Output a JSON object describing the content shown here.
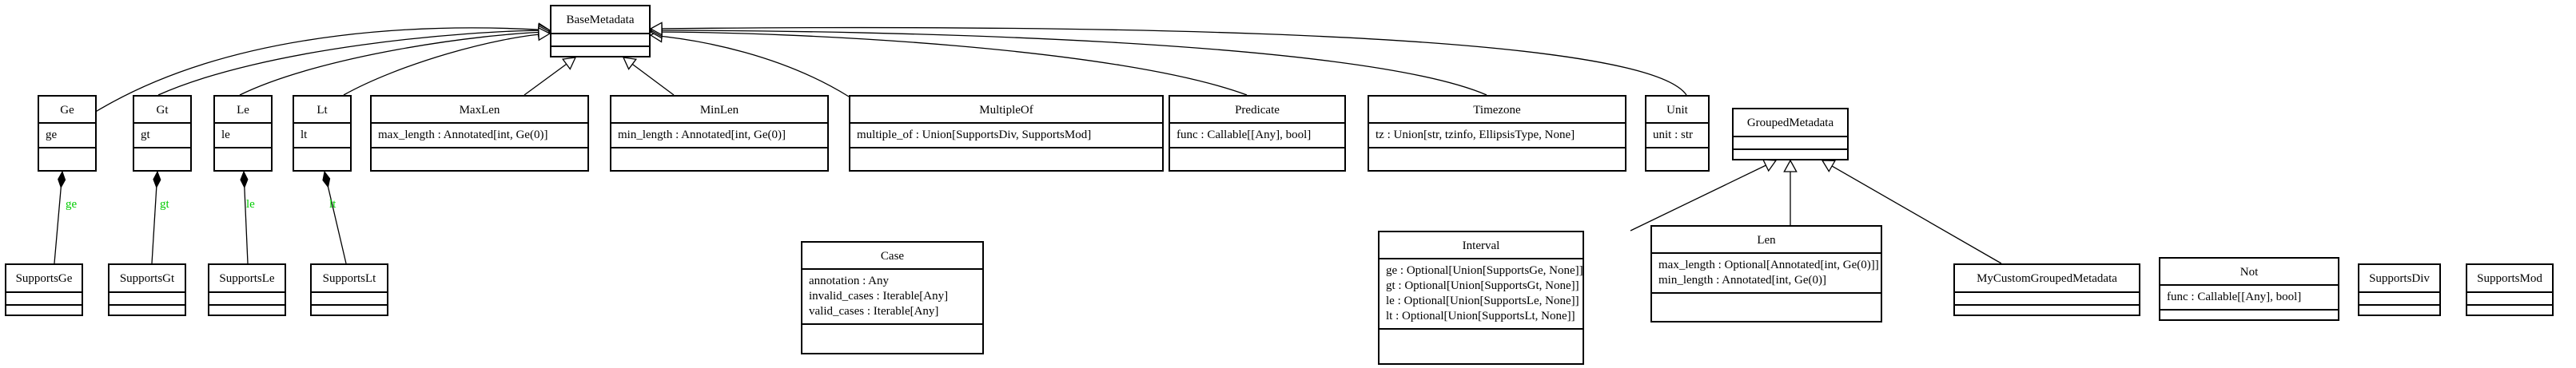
{
  "colors": {
    "line": "#000000",
    "label": "#00cc00",
    "background": "#ffffff"
  },
  "classes": {
    "basemetadata": {
      "name": "BaseMetadata",
      "attributes": []
    },
    "ge": {
      "name": "Ge",
      "attributes": [
        "ge"
      ]
    },
    "gt": {
      "name": "Gt",
      "attributes": [
        "gt"
      ]
    },
    "le": {
      "name": "Le",
      "attributes": [
        "le"
      ]
    },
    "lt": {
      "name": "Lt",
      "attributes": [
        "lt"
      ]
    },
    "maxlen": {
      "name": "MaxLen",
      "attributes": [
        "max_length : Annotated[int, Ge(0)]"
      ]
    },
    "minlen": {
      "name": "MinLen",
      "attributes": [
        "min_length : Annotated[int, Ge(0)]"
      ]
    },
    "multipleof": {
      "name": "MultipleOf",
      "attributes": [
        "multiple_of : Union[SupportsDiv, SupportsMod]"
      ]
    },
    "predicate": {
      "name": "Predicate",
      "attributes": [
        "func : Callable[[Any], bool]"
      ]
    },
    "timezone": {
      "name": "Timezone",
      "attributes": [
        "tz : Union[str, tzinfo, EllipsisType, None]"
      ]
    },
    "unit": {
      "name": "Unit",
      "attributes": [
        "unit : str"
      ]
    },
    "groupedmetadata": {
      "name": "GroupedMetadata",
      "attributes": []
    },
    "supportsge": {
      "name": "SupportsGe",
      "attributes": []
    },
    "supportsgt": {
      "name": "SupportsGt",
      "attributes": []
    },
    "supportsle": {
      "name": "SupportsLe",
      "attributes": []
    },
    "supportslt": {
      "name": "SupportsLt",
      "attributes": []
    },
    "case": {
      "name": "Case",
      "attributes": [
        "annotation : Any",
        "invalid_cases : Iterable[Any]",
        "valid_cases : Iterable[Any]"
      ]
    },
    "interval": {
      "name": "Interval",
      "attributes": [
        "ge : Optional[Union[SupportsGe, None]]",
        "gt : Optional[Union[SupportsGt, None]]",
        "le : Optional[Union[SupportsLe, None]]",
        "lt : Optional[Union[SupportsLt, None]]"
      ]
    },
    "len": {
      "name": "Len",
      "attributes": [
        "max_length : Optional[Annotated[int, Ge(0)]]",
        "min_length : Annotated[int, Ge(0)]"
      ]
    },
    "mycustomgroupedmetadata": {
      "name": "MyCustomGroupedMetadata",
      "attributes": []
    },
    "not": {
      "name": "Not",
      "attributes": [
        "func : Callable[[Any], bool]"
      ]
    },
    "supportsdiv": {
      "name": "SupportsDiv",
      "attributes": []
    },
    "supportsmod": {
      "name": "SupportsMod",
      "attributes": []
    }
  },
  "relations": [
    {
      "type": "inheritance",
      "from": "ge",
      "to": "basemetadata"
    },
    {
      "type": "inheritance",
      "from": "gt",
      "to": "basemetadata"
    },
    {
      "type": "inheritance",
      "from": "le",
      "to": "basemetadata"
    },
    {
      "type": "inheritance",
      "from": "lt",
      "to": "basemetadata"
    },
    {
      "type": "inheritance",
      "from": "maxlen",
      "to": "basemetadata"
    },
    {
      "type": "inheritance",
      "from": "minlen",
      "to": "basemetadata"
    },
    {
      "type": "inheritance",
      "from": "multipleof",
      "to": "basemetadata"
    },
    {
      "type": "inheritance",
      "from": "predicate",
      "to": "basemetadata"
    },
    {
      "type": "inheritance",
      "from": "timezone",
      "to": "basemetadata"
    },
    {
      "type": "inheritance",
      "from": "unit",
      "to": "basemetadata"
    },
    {
      "type": "inheritance",
      "from": "interval",
      "to": "groupedmetadata"
    },
    {
      "type": "inheritance",
      "from": "len",
      "to": "groupedmetadata"
    },
    {
      "type": "inheritance",
      "from": "mycustomgroupedmetadata",
      "to": "groupedmetadata"
    },
    {
      "type": "composition",
      "from": "supportsge",
      "to": "ge",
      "label": "ge"
    },
    {
      "type": "composition",
      "from": "supportsgt",
      "to": "gt",
      "label": "gt"
    },
    {
      "type": "composition",
      "from": "supportsle",
      "to": "le",
      "label": "le"
    },
    {
      "type": "composition",
      "from": "supportslt",
      "to": "lt",
      "label": "lt"
    }
  ]
}
